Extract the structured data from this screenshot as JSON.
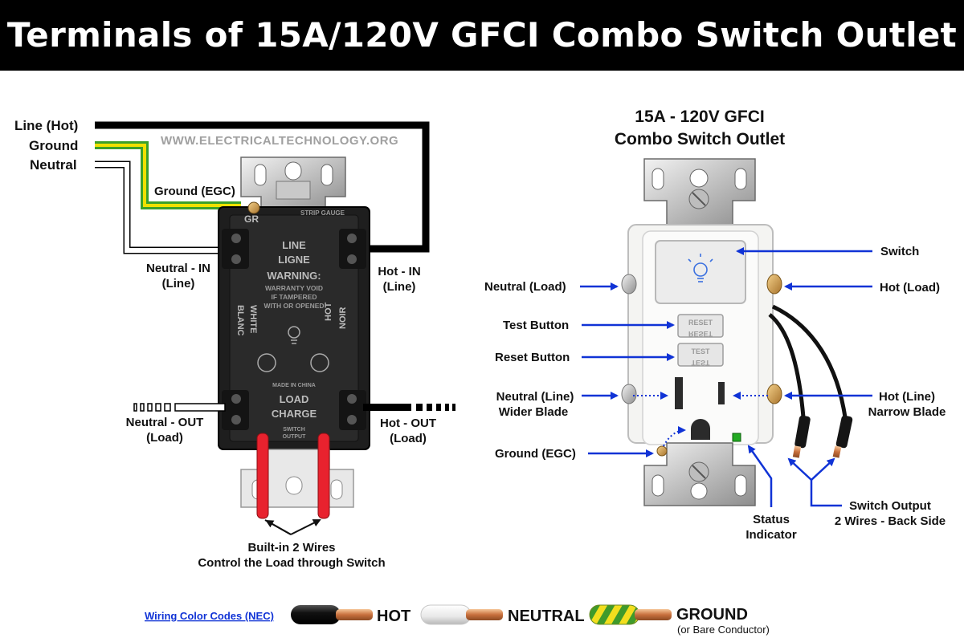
{
  "title": "Terminals of 15A/120V GFCI Combo Switch Outlet",
  "watermark": "WWW.ELECTRICALTECHNOLOGY.ORG",
  "left": {
    "line_hot": "Line (Hot)",
    "ground": "Ground",
    "neutral": "Neutral",
    "ground_egc": "Ground (EGC)",
    "neutral_in_1": "Neutral - IN",
    "neutral_in_2": "(Line)",
    "hot_in_1": "Hot - IN",
    "hot_in_2": "(Line)",
    "neutral_out_1": "Neutral - OUT",
    "neutral_out_2": "(Load)",
    "hot_out_1": "Hot - OUT",
    "hot_out_2": "(Load)",
    "builtin_1": "Built-in 2 Wires",
    "builtin_2": "Control the Load through Switch",
    "device_text": {
      "gr": "GR",
      "strip_gauge": "STRIP GAUGE",
      "line": "LINE",
      "ligne": "LIGNE",
      "warning": "WARNING:",
      "warranty_1": "WARRANTY VOID",
      "warranty_2": "IF TAMPERED",
      "warranty_3": "WITH OR OPENED",
      "white": "WHITE",
      "blanc": "BLANC",
      "hot": "HOT",
      "noir": "NOIR",
      "made_in": "MADE IN CHINA",
      "load": "LOAD",
      "charge": "CHARGE",
      "switch_1": "SWITCH",
      "switch_2": "OUTPUT"
    }
  },
  "right": {
    "device_title_1": "15A - 120V GFCI",
    "device_title_2": "Combo Switch Outlet",
    "switch": "Switch",
    "neutral_load": "Neutral (Load)",
    "hot_load": "Hot (Load)",
    "test_button": "Test Button",
    "reset_button": "Reset Button",
    "neutral_line_1": "Neutral (Line)",
    "neutral_line_2": "Wider Blade",
    "hot_line_1": "Hot (Line)",
    "hot_line_2": "Narrow Blade",
    "ground_egc": "Ground (EGC)",
    "status_1": "Status",
    "status_2": "Indicator",
    "switch_output_1": "Switch Output",
    "switch_output_2": "2 Wires - Back Side",
    "reset_key": "RESET",
    "test_key": "TEST"
  },
  "legend": {
    "link": "Wiring Color Codes (NEC)",
    "hot": "HOT",
    "neutral": "NEUTRAL",
    "ground": "GROUND",
    "ground_sub": "(or Bare Conductor)"
  },
  "colors": {
    "accent_arrow": "#1033d6",
    "hot_wire": "#000000",
    "ground_wire_yellow": "#f0e000",
    "ground_wire_green": "#3aa02a",
    "switch_wire": "#e8222e",
    "status_led": "#22aa22"
  }
}
